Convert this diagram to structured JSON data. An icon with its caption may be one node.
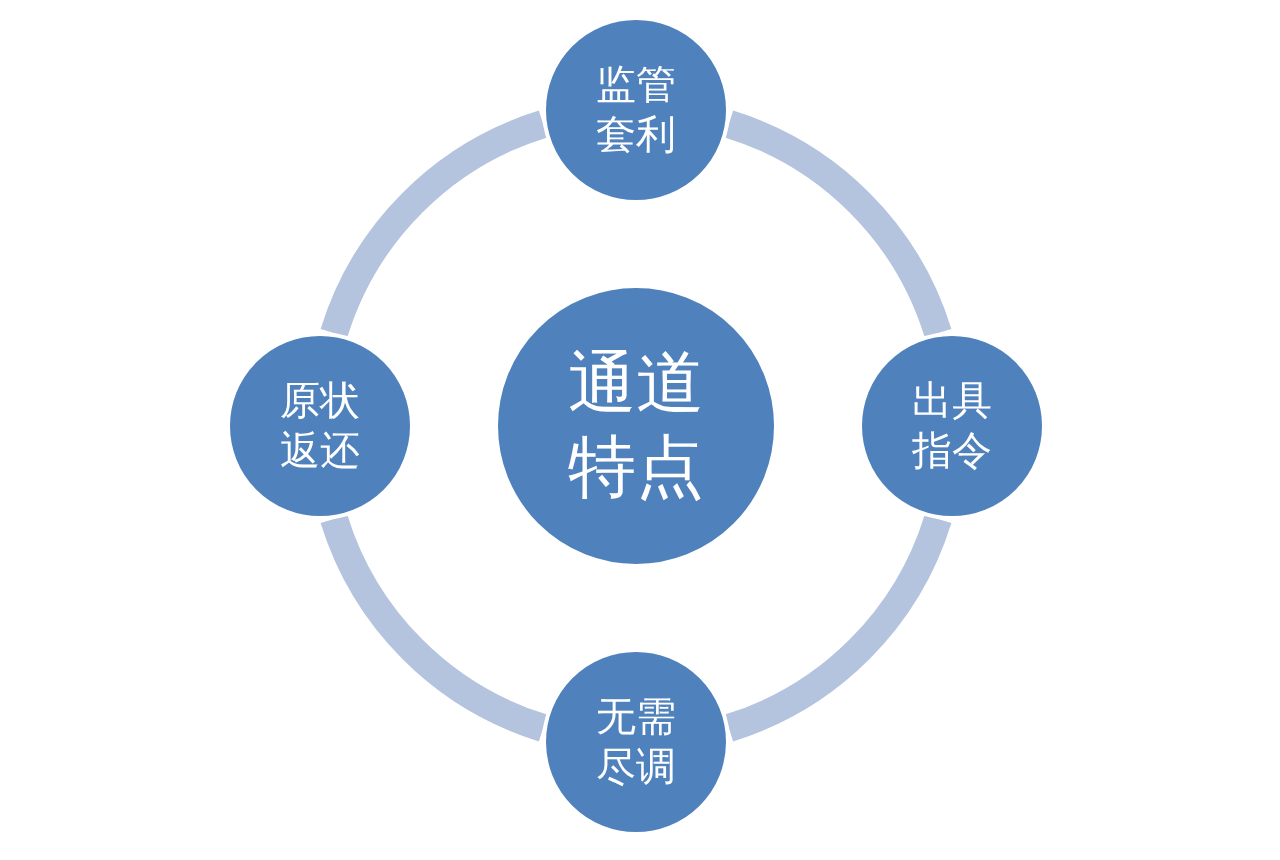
{
  "diagram": {
    "nodes": [
      {
        "text": [
          "监管套利"
        ]
      },
      {
        "text": [
          "原状返还"
        ]
      },
      {
        "text": [
          "通道特点"
        ]
      },
      {
        "text": [
          "出具指令"
        ]
      },
      {
        "text": [
          "无需尽调"
        ]
      }
    ],
    "edges": [
      {
        "from": 0,
        "to": 3,
        "arrow": "none"
      },
      {
        "from": 3,
        "to": 4,
        "arrow": "none"
      },
      {
        "from": 4,
        "to": 1,
        "arrow": "none"
      },
      {
        "from": 1,
        "to": 0,
        "arrow": "none"
      }
    ]
  }
}
